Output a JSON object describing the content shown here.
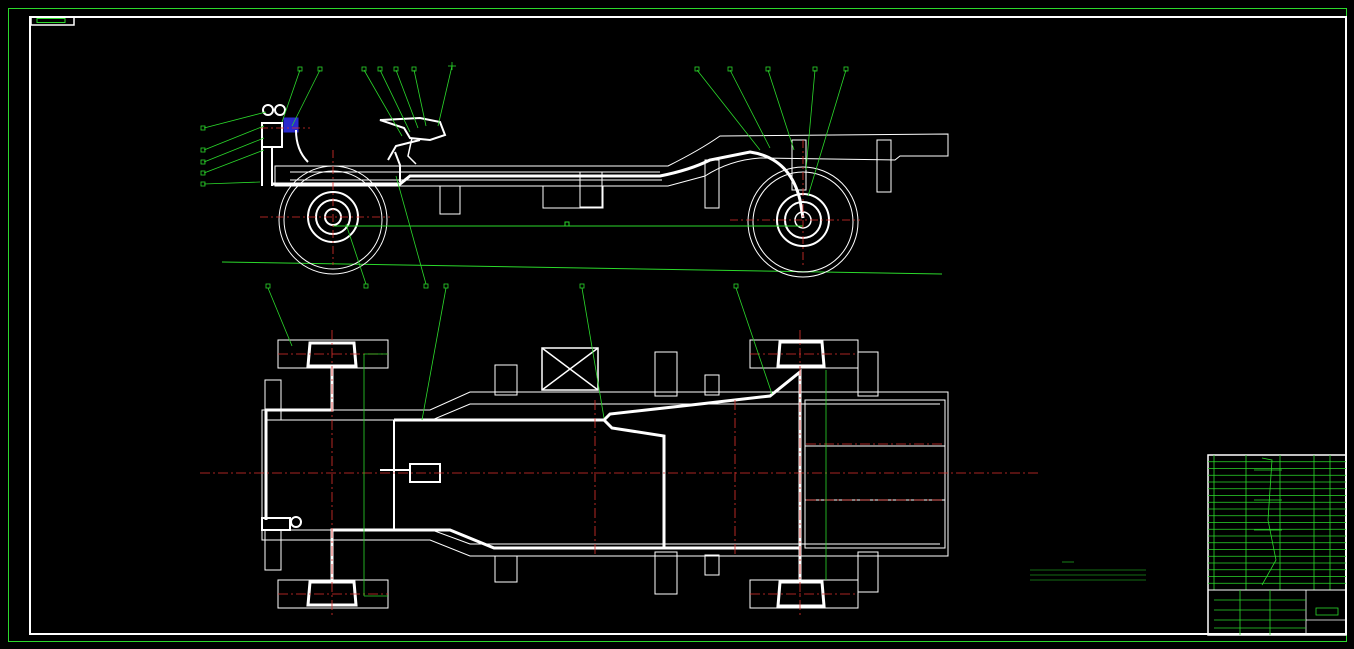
{
  "drawing": {
    "background": "#000000",
    "colors": {
      "frame": "#2bd92b",
      "border": "#ffffff",
      "line": "#ffffff",
      "center_line": "#e0312e",
      "leader": "#2bd92b",
      "accent": "#2a2acf"
    },
    "views": [
      "side-elevation",
      "plan-view"
    ],
    "title_block": {
      "rows": 20,
      "label": "",
      "corner_tag": ""
    },
    "note_text": ""
  }
}
